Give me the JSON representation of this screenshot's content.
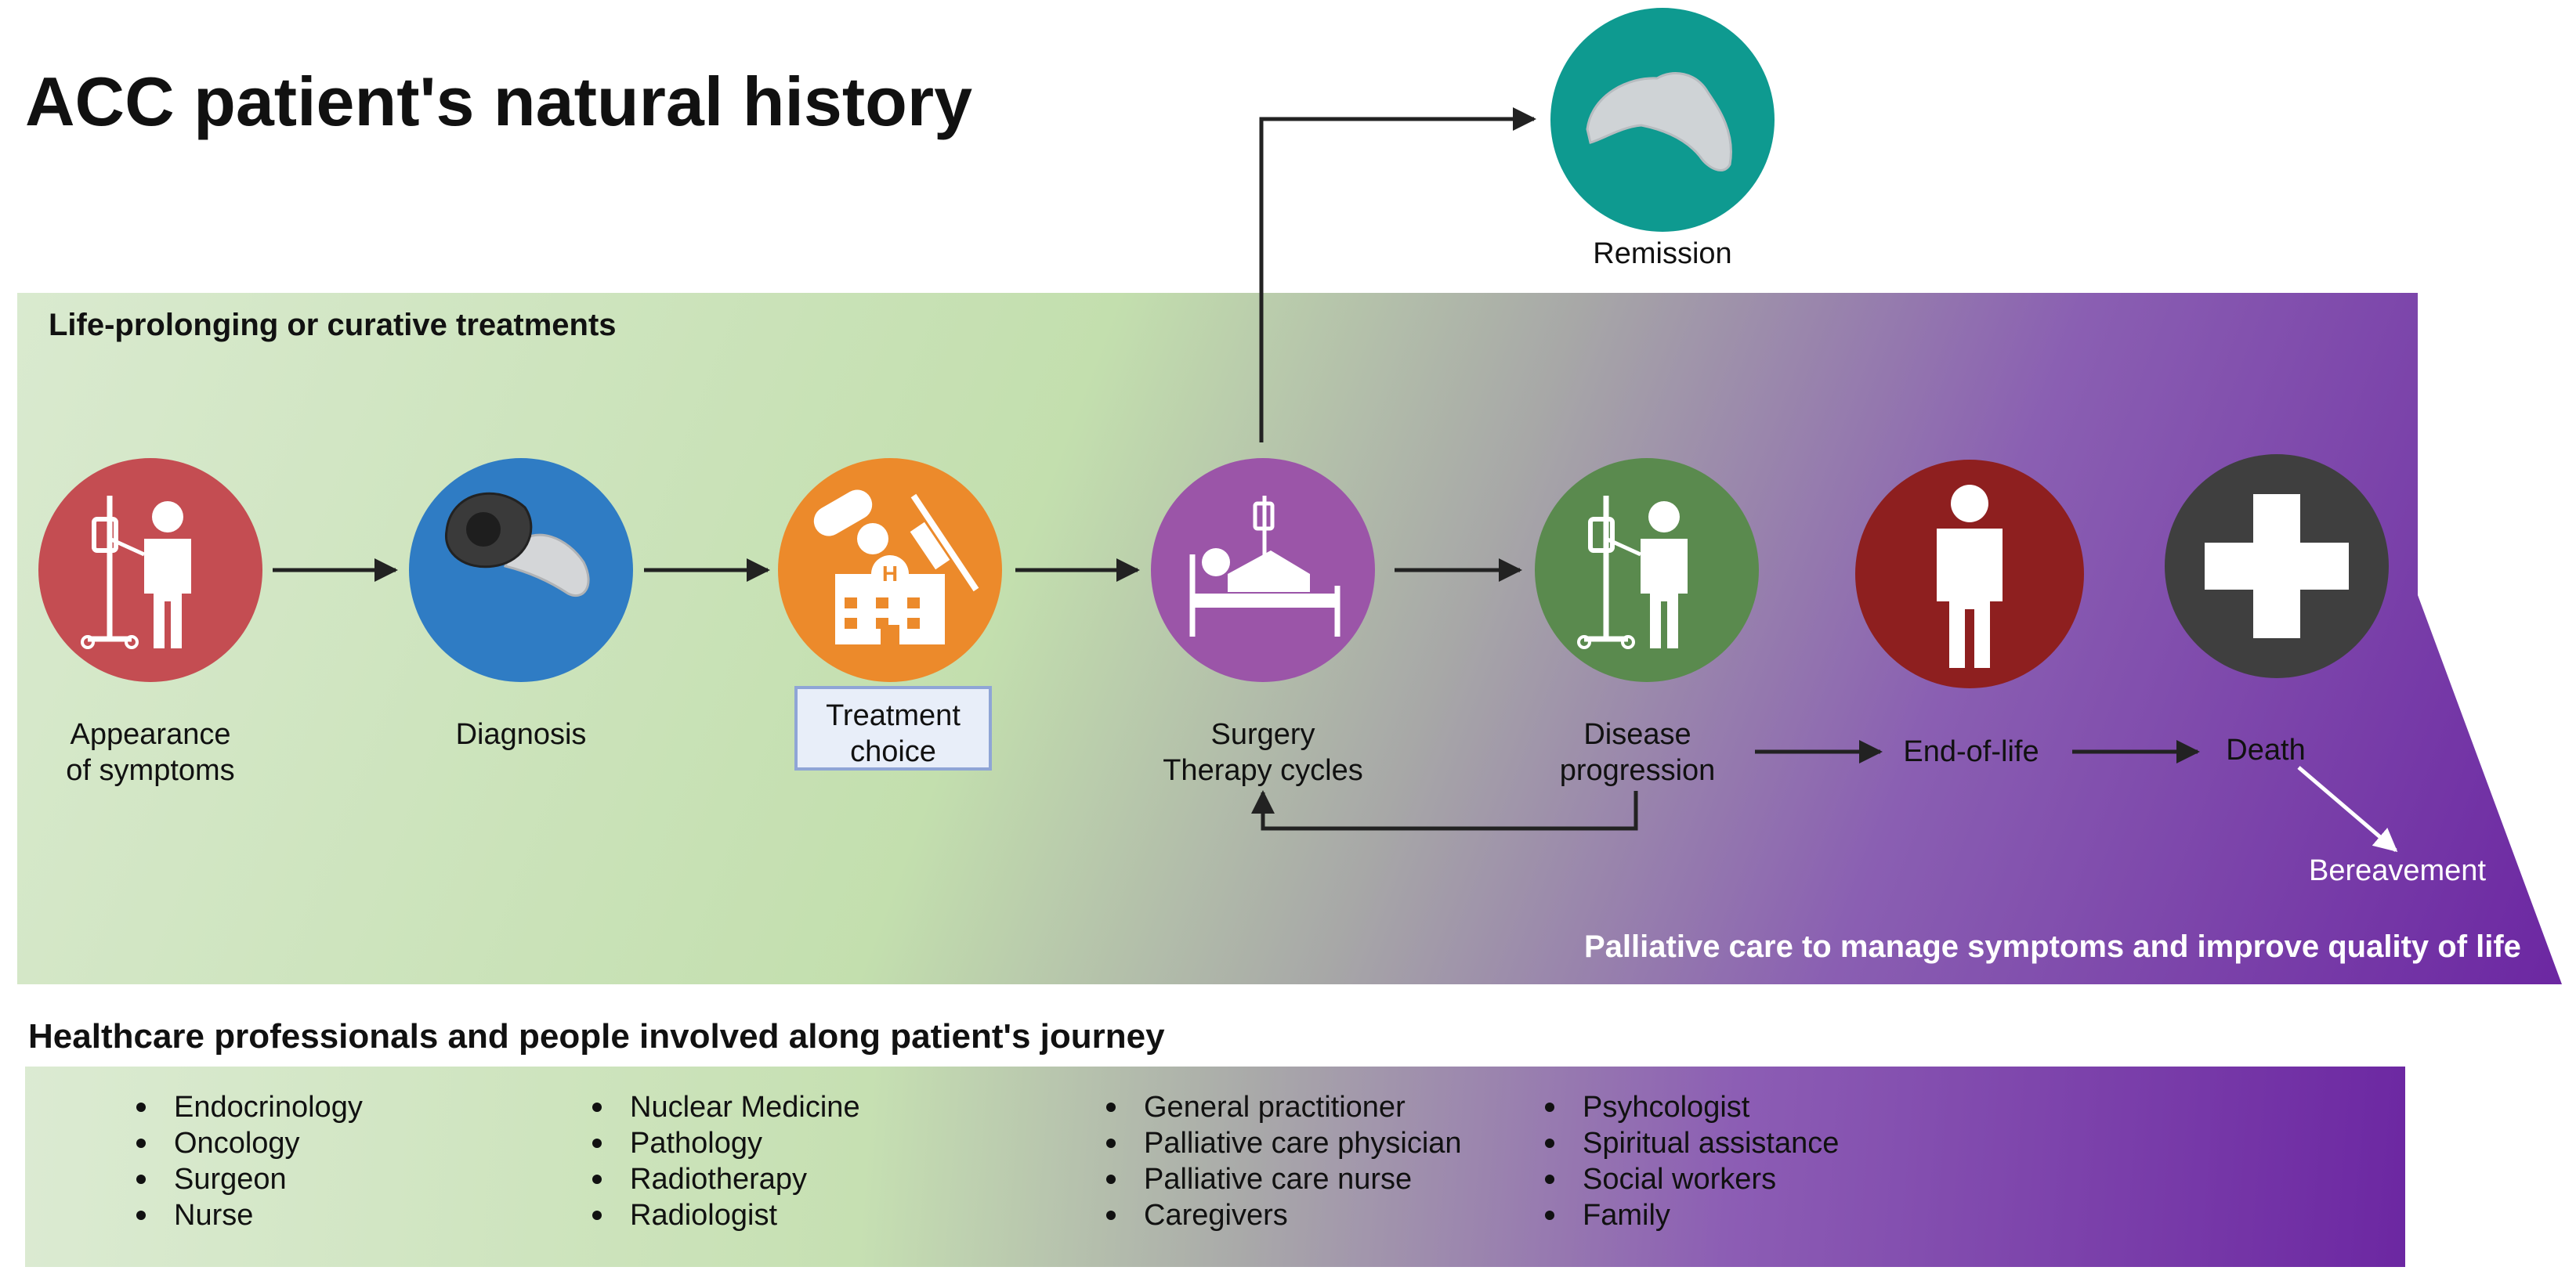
{
  "title": "ACC patient's natural history",
  "band_top_label": "Life-prolonging or curative treatments",
  "band_bottom_label": "Palliative care to manage symptoms and improve quality of life",
  "remission": {
    "label": "Remission",
    "color": "#0e9a90"
  },
  "stages": [
    {
      "id": "symptoms",
      "lines": [
        "Appearance",
        "of symptoms"
      ],
      "color": "#c44d52",
      "icon": "patient-iv-icon"
    },
    {
      "id": "diagnosis",
      "lines": [
        "Diagnosis"
      ],
      "color": "#2f7cc4",
      "icon": "tumor-adrenal-icon"
    },
    {
      "id": "treatment",
      "lines": [
        "Treatment",
        "choice"
      ],
      "color": "#ec8a2b",
      "icon": "hospital-medicine-icon"
    },
    {
      "id": "surgery",
      "lines": [
        "Surgery",
        "Therapy cycles"
      ],
      "color": "#9b55a8",
      "icon": "hospital-bed-icon"
    },
    {
      "id": "progression",
      "lines": [
        "Disease",
        "progression"
      ],
      "color": "#5a8a4e",
      "icon": "patient-iv-icon"
    },
    {
      "id": "endoflife",
      "lines": [
        "End-of-life"
      ],
      "color": "#8e1f1f",
      "icon": "person-icon"
    },
    {
      "id": "death",
      "lines": [
        "Death"
      ],
      "color": "#3f3f3f",
      "icon": "cross-icon"
    }
  ],
  "bereavement": "Bereavement",
  "professionals_title": "Healthcare professionals and people involved along patient's journey",
  "professionals_columns": [
    [
      "Endocrinology",
      "Oncology",
      "Surgeon",
      "Nurse"
    ],
    [
      "Nuclear Medicine",
      "Pathology",
      "Radiotherapy",
      "Radiologist"
    ],
    [
      "General practitioner",
      "Palliative care physician",
      "Palliative care nurse",
      "Caregivers"
    ],
    [
      "Psyhcologist",
      "Spiritual assistance",
      "Social workers",
      "Family"
    ]
  ],
  "colors": {
    "green": "#d9ead0",
    "green_mid": "#c3dfae",
    "gray": "#a9a9a9",
    "purple": "#7f4fae",
    "purple_dark": "#6a2aa0",
    "arrow": "#222222"
  }
}
